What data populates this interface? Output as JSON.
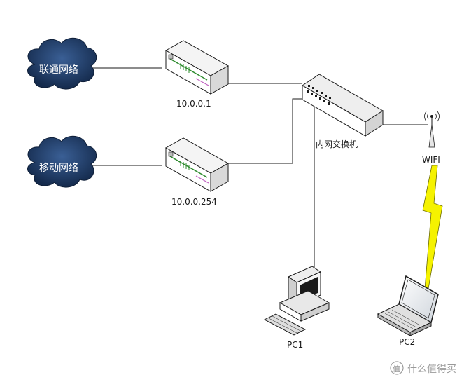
{
  "clouds": {
    "unicom": {
      "label": "联通网络"
    },
    "mobile": {
      "label": "移动网络"
    }
  },
  "routers": {
    "r1": {
      "label": "10.0.0.1"
    },
    "r2": {
      "label": "10.0.0.254"
    }
  },
  "switch": {
    "label": "内网交换机"
  },
  "wifi": {
    "label": "WIFI"
  },
  "pcs": {
    "pc1": {
      "label": "PC1"
    },
    "pc2": {
      "label": "PC2"
    }
  },
  "watermark": {
    "text": "什么值得买",
    "logo_glyph": "值"
  }
}
